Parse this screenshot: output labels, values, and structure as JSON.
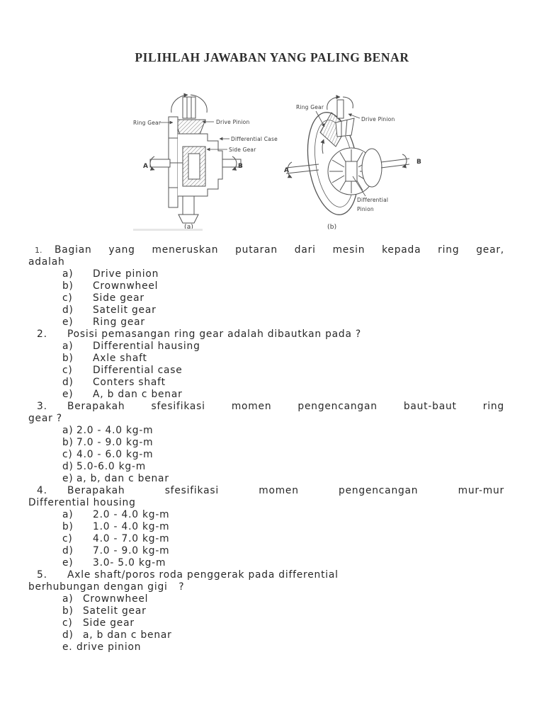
{
  "document": {
    "title": "PILIHLAH JAWABAN YANG PALING BENAR"
  },
  "figures": {
    "a": {
      "caption": "(a)",
      "labels": {
        "ring_gear": "Ring Gear",
        "drive_pinion": "Drive Pinion",
        "differential_case": "Differential Case",
        "side_gear": "Side Gear",
        "axle_left": "A",
        "axle_right": "B"
      }
    },
    "b": {
      "caption": "(b)",
      "labels": {
        "ring_gear": "Ring Gear",
        "drive_pinion": "Drive Pinion",
        "differential_pinion_line1": "Differential",
        "differential_pinion_line2": "Pinion",
        "axle_left": "A",
        "axle_right": "B"
      }
    }
  },
  "questions": [
    {
      "num": "1.",
      "line1": "Bagian yang meneruskan putaran dari mesin kepada ring gear,",
      "line2": "adalah",
      "options": [
        {
          "label": "a)",
          "text": "Drive pinion"
        },
        {
          "label": "b)",
          "text": "Crownwheel"
        },
        {
          "label": "c)",
          "text": "Side gear"
        },
        {
          "label": "d)",
          "text": "Satelit gear"
        },
        {
          "label": "e)",
          "text": "Ring gear"
        }
      ]
    },
    {
      "num": "2.",
      "line1": "Posisi pemasangan ring gear adalah dibautkan pada ?",
      "options": [
        {
          "label": "a)",
          "text": "Differential hausing"
        },
        {
          "label": "b)",
          "text": "Axle shaft"
        },
        {
          "label": "c)",
          "text": "Differential case"
        },
        {
          "label": "d)",
          "text": "Conters shaft"
        },
        {
          "label": "e)",
          "text": "A, b dan c benar"
        }
      ]
    },
    {
      "num": "3.",
      "line1": "Berapakah sfesifikasi momen pengencangan baut-baut ring",
      "line2": "gear ?",
      "options": [
        {
          "label": "a)",
          "text": "2.0 - 4.0 kg-m"
        },
        {
          "label": "b)",
          "text": "7.0 - 9.0 kg-m"
        },
        {
          "label": "c)",
          "text": "4.0 - 6.0 kg-m"
        },
        {
          "label": "d)",
          "text": "5.0-6.0 kg-m"
        },
        {
          "label": "e)",
          "text": "a, b, dan c benar"
        }
      ]
    },
    {
      "num": "4.",
      "line1": "Berapakah sfesifikasi momen pengencangan mur-mur",
      "line2": "Differential housing",
      "options": [
        {
          "label": "a)",
          "text": "2.0 - 4.0 kg-m"
        },
        {
          "label": "b)",
          "text": "1.0 - 4.0 kg-m"
        },
        {
          "label": "c)",
          "text": "4.0 - 7.0 kg-m"
        },
        {
          "label": "d)",
          "text": "7.0 - 9.0 kg-m"
        },
        {
          "label": "e)",
          "text": "3.0- 5.0 kg-m"
        }
      ]
    },
    {
      "num": "5.",
      "line1": "Axle shaft/poros roda penggerak pada differential",
      "line2": "berhubungan dengan gigi   ?",
      "options": [
        {
          "label": "a)",
          "text": "Crownwheel"
        },
        {
          "label": "b)",
          "text": "Satelit gear"
        },
        {
          "label": "c)",
          "text": "Side gear"
        },
        {
          "label": "d)",
          "text": "a, b dan c benar"
        },
        {
          "label": "e.",
          "text": "drive pinion"
        }
      ]
    }
  ]
}
